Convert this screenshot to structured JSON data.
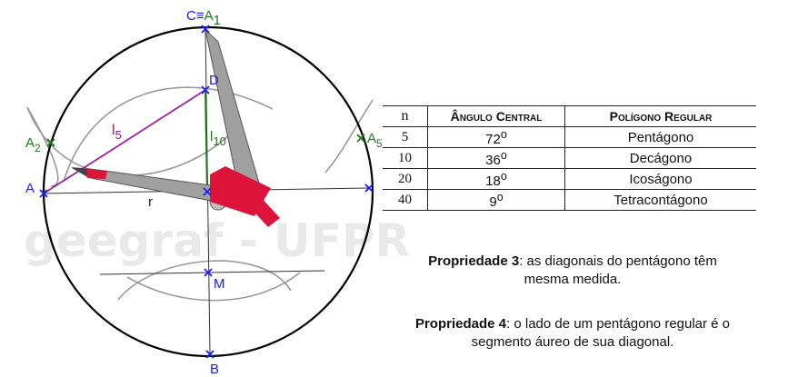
{
  "figure": {
    "watermark": "geegraf - UFPR",
    "points": {
      "C": "C",
      "equiv": "≡",
      "A1": "A",
      "A1_sub": "1",
      "D": "D",
      "A": "A",
      "A2": "A",
      "A2_sub": "2",
      "A5": "A",
      "A5_sub": "5",
      "M": "M",
      "B": "B",
      "r": "r",
      "l5": "l",
      "l5_sub": "5",
      "l10": "l",
      "l10_sub": "10"
    },
    "colors": {
      "circle": "#000000",
      "point": "#1a1aff",
      "purple_segment": "#a020a0",
      "green_segment": "#1a7a1a",
      "arc": "#9a9a9a",
      "compass_body": "#a0a0a0",
      "compass_handle": "#dc143c"
    }
  },
  "table": {
    "headers": [
      "n",
      "Ângulo Central",
      "Polígono Regular"
    ],
    "rows": [
      {
        "n": "5",
        "angle": "72",
        "polygon": "Pentágono"
      },
      {
        "n": "10",
        "angle": "36",
        "polygon": "Decágono"
      },
      {
        "n": "20",
        "angle": "18",
        "polygon": "Icoságono"
      },
      {
        "n": "40",
        "angle": "9",
        "polygon": "Tetracontágono"
      }
    ],
    "degree_symbol": "o"
  },
  "propriedade3": {
    "label": "Propriedade 3",
    "text_line1": ": as diagonais do pentágono têm",
    "text_line2": "mesma medida."
  },
  "propriedade4": {
    "label": "Propriedade 4",
    "text_line1": ": o lado de um pentágono regular é o",
    "text_line2": "segmento áureo de sua diagonal."
  }
}
